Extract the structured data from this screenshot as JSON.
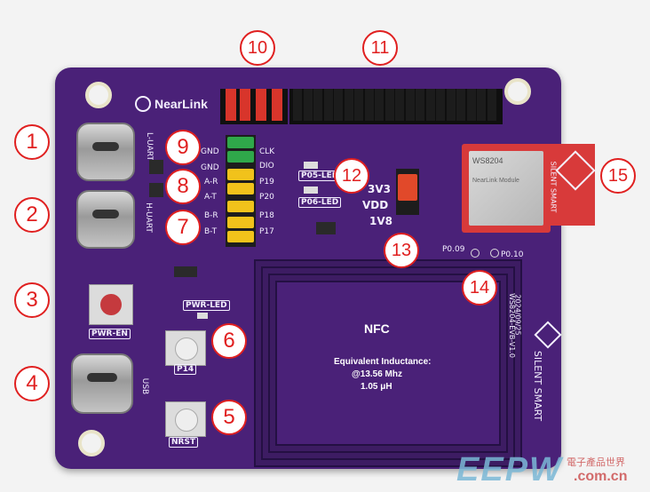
{
  "board": {
    "brand": "NearLink",
    "colors": {
      "pcb": "#4a2178",
      "silk": "#f4f0ff",
      "callout": "#e02020",
      "module": "#d83a3a"
    }
  },
  "callouts": [
    "1",
    "2",
    "3",
    "4",
    "5",
    "6",
    "7",
    "8",
    "9",
    "10",
    "11",
    "12",
    "13",
    "14",
    "15"
  ],
  "labels": {
    "l_uart": "L-UART",
    "h_uart": "H-UART",
    "usb": "USB",
    "pwr_en": "PWR-EN",
    "pwr_led": "PWR-LED",
    "p14": "P14",
    "nrst": "NRST",
    "p05_led": "P05-LED",
    "p06_led": "P06-LED",
    "v33": "3V3",
    "vdd": "VDD",
    "v18": "1V8",
    "p009": "P0.09",
    "p010": "P0.10",
    "gnd1": "GND",
    "gnd2": "GND",
    "clk": "CLK",
    "dio": "DIO",
    "a_r": "A-R",
    "a_t": "A-T",
    "b_r": "B-R",
    "b_t": "B-T",
    "p19": "P19",
    "p20": "P20",
    "p18": "P18",
    "p17": "P17",
    "module_name": "WS8204",
    "module_sub": "NearLink Module",
    "silent_smart": "SILENT SMART",
    "date": "2024/09/25",
    "board_name": "WS8204-EVB-V1.0"
  },
  "nfc": {
    "title": "NFC",
    "line1": "Equivalent Inductance:",
    "line2": "@13.56 Mhz",
    "line3": "1.05 μH"
  },
  "watermark": {
    "brand": "EEPW",
    "url": ".com.cn",
    "cn": "電子產品世界"
  }
}
